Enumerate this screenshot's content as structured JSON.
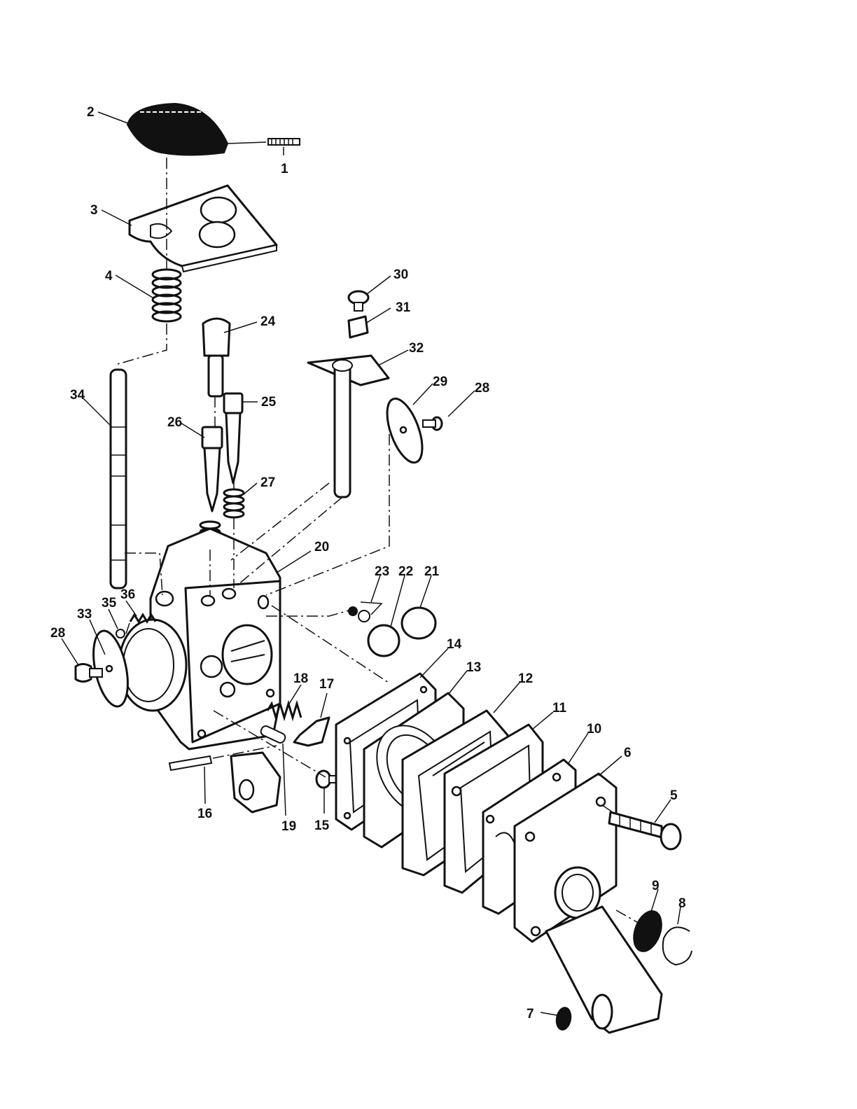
{
  "callouts": [
    {
      "id": "c1",
      "text": "1"
    },
    {
      "id": "c2",
      "text": "2"
    },
    {
      "id": "c3",
      "text": "3"
    },
    {
      "id": "c4",
      "text": "4"
    },
    {
      "id": "c5",
      "text": "5"
    },
    {
      "id": "c6",
      "text": "6"
    },
    {
      "id": "c7",
      "text": "7"
    },
    {
      "id": "c8",
      "text": "8"
    },
    {
      "id": "c9",
      "text": "9"
    },
    {
      "id": "c10",
      "text": "10"
    },
    {
      "id": "c11",
      "text": "11"
    },
    {
      "id": "c12",
      "text": "12"
    },
    {
      "id": "c13",
      "text": "13"
    },
    {
      "id": "c14",
      "text": "14"
    },
    {
      "id": "c15",
      "text": "15"
    },
    {
      "id": "c16",
      "text": "16"
    },
    {
      "id": "c17",
      "text": "17"
    },
    {
      "id": "c18",
      "text": "18"
    },
    {
      "id": "c19",
      "text": "19"
    },
    {
      "id": "c20",
      "text": "20"
    },
    {
      "id": "c21",
      "text": "21"
    },
    {
      "id": "c22",
      "text": "22"
    },
    {
      "id": "c23",
      "text": "23"
    },
    {
      "id": "c24",
      "text": "24"
    },
    {
      "id": "c25",
      "text": "25"
    },
    {
      "id": "c26",
      "text": "26"
    },
    {
      "id": "c27",
      "text": "27"
    },
    {
      "id": "c28a",
      "text": "28"
    },
    {
      "id": "c28b",
      "text": "28"
    },
    {
      "id": "c29",
      "text": "29"
    },
    {
      "id": "c30",
      "text": "30"
    },
    {
      "id": "c31",
      "text": "31"
    },
    {
      "id": "c32",
      "text": "32"
    },
    {
      "id": "c33",
      "text": "33"
    },
    {
      "id": "c34",
      "text": "34"
    },
    {
      "id": "c35",
      "text": "35"
    },
    {
      "id": "c36",
      "text": "36"
    }
  ]
}
